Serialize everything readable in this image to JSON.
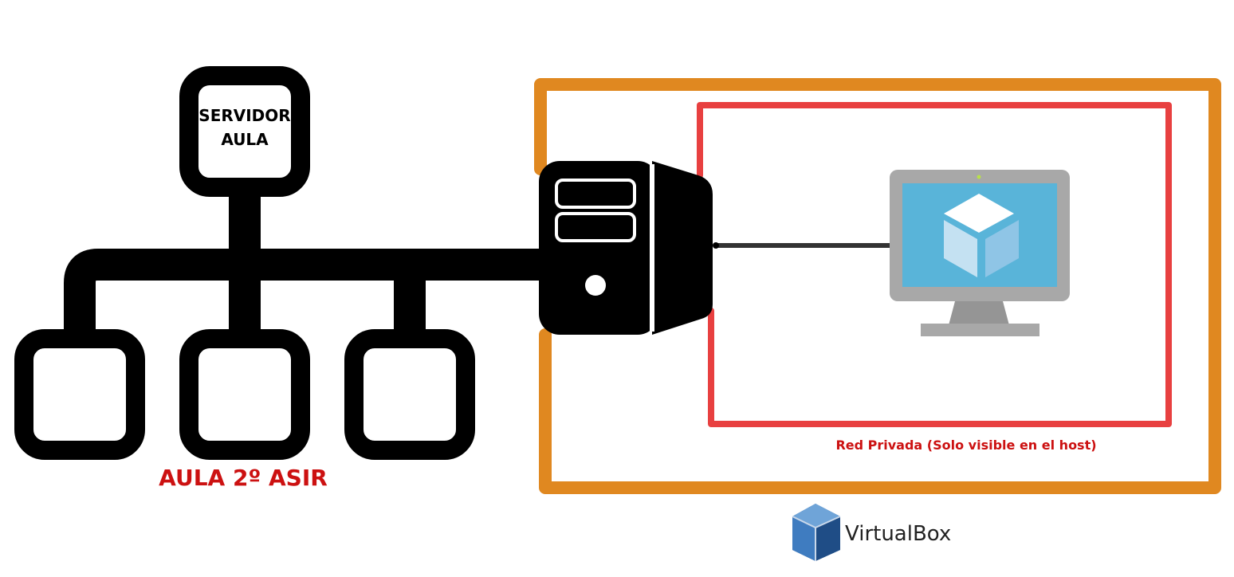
{
  "diagram": {
    "server": {
      "line1": "SERVIDOR",
      "line2": "AULA"
    },
    "classroom_label": "AULA 2º ASIR",
    "private_network_label": "Red Privada (Solo visible en el host)",
    "virtualbox_label": "VirtualBox",
    "colors": {
      "host_frame": "#e08820",
      "private_network_frame": "#e84040",
      "classroom_label": "#cc1111",
      "node_stroke": "#000000",
      "vm_screen": "#59b4d9",
      "vm_monitor": "#a8a8a8"
    },
    "icons": [
      "server-box",
      "client-box",
      "host-pc-tower-icon",
      "vm-monitor-icon",
      "vm-cube-icon",
      "virtualbox-logo-icon"
    ]
  }
}
